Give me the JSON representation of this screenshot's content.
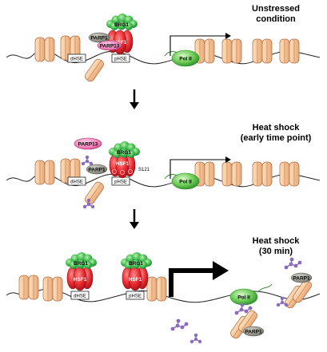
{
  "panels": [
    {
      "title_lines": [
        "Unstressed",
        "condition"
      ],
      "elements": {
        "brg1": "BRG1",
        "hsf1": "HSF1",
        "parp1": "PARP1",
        "parp13": "PARP13",
        "dhse": "dHSE",
        "phse": "pHSE",
        "pol2": "Pol II"
      }
    },
    {
      "title_lines": [
        "Heat shock",
        "(early time point)"
      ],
      "elements": {
        "brg1": "BRG1",
        "hsf1": "HSF1",
        "parp1": "PARP1",
        "parp13": "PARP13",
        "s121": "S121",
        "dhse": "dHSE",
        "phse": "pHSE",
        "pol2": "Pol II"
      }
    },
    {
      "title_lines": [
        "Heat shock",
        "(30 min)"
      ],
      "elements": {
        "brg1_a": "BRG1",
        "hsf1_a": "HSF1",
        "brg1_b": "BRG1",
        "hsf1_b": "HSF1",
        "dhse": "dHSE",
        "phse": "pHSE",
        "pol2": "Pol II",
        "parp1_a": "PARP1",
        "parp1_b": "PARP1"
      }
    }
  ],
  "colors": {
    "nucleosome": "#f7c79a",
    "nucleosome_stroke": "#b5754a",
    "hsf1": "#e8262b",
    "brg1": "#2fb34a",
    "pol2": "#5cc24a",
    "parp1": "#9a9a8e",
    "parp13": "#f07ab4",
    "par_chain": "#8a6bbd"
  }
}
